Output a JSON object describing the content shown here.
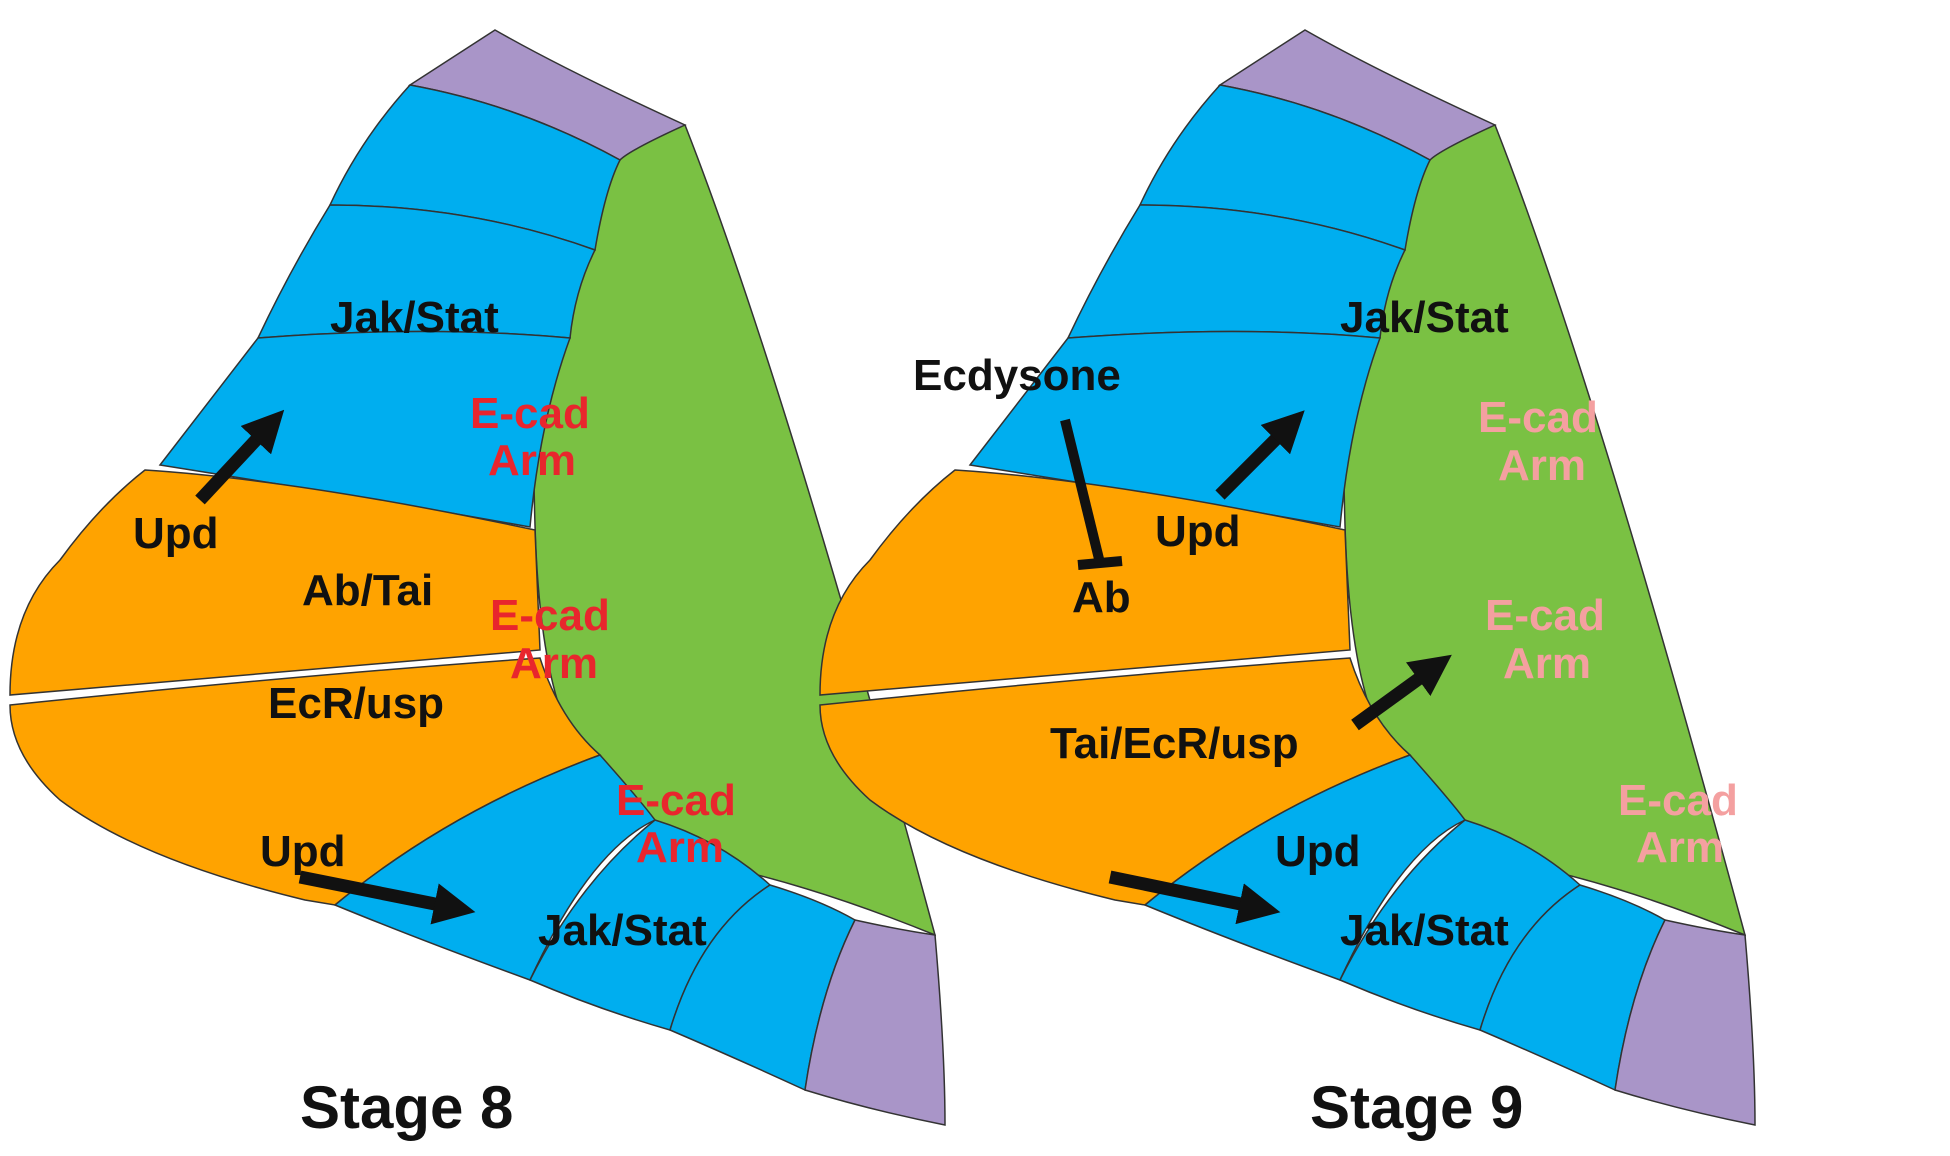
{
  "colors": {
    "blue": "#00aeef",
    "green": "#7ac143",
    "orange": "#ffa300",
    "purple": "#a995c8",
    "arm_red": "#e8262d",
    "arm_pink": "#f4a0a0",
    "text": "#111111",
    "outline": "#333333"
  },
  "panels": {
    "stage8": {
      "title": "Stage 8",
      "jak_top": "Jak/Stat",
      "ecad_1": "E-cad",
      "arm_1": "Arm",
      "upd_top": "Upd",
      "ab_tai": "Ab/Tai",
      "ecad_2": "E-cad",
      "arm_2": "Arm",
      "ecr_usp": "EcR/usp",
      "ecad_3": "E-cad",
      "arm_3": "Arm",
      "upd_bottom": "Upd",
      "jak_bottom": "Jak/Stat"
    },
    "stage9": {
      "title": "Stage 9",
      "jak_top": "Jak/Stat",
      "ecdysone": "Ecdysone",
      "ecad_1": "E-cad",
      "arm_1": "Arm",
      "upd_top": "Upd",
      "ab": "Ab",
      "ecad_2": "E-cad",
      "arm_2": "Arm",
      "tai_ecr_usp": "Tai/EcR/usp",
      "ecad_3": "E-cad",
      "arm_3": "Arm",
      "upd_bottom": "Upd",
      "jak_bottom": "Jak/Stat"
    }
  }
}
